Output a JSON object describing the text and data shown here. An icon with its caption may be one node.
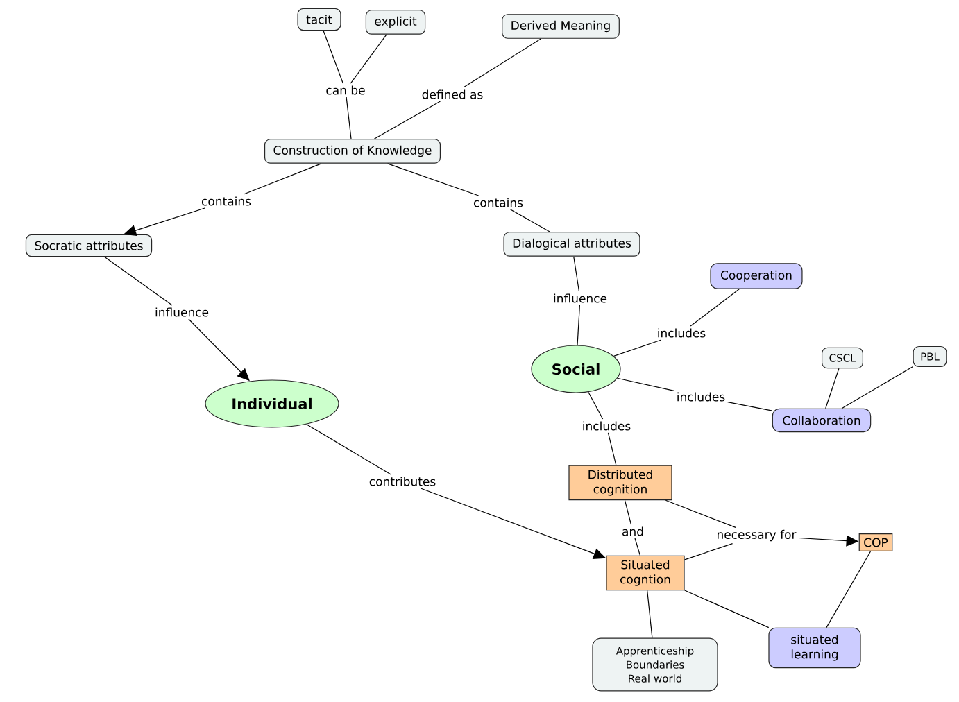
{
  "diagram": {
    "nodes": [
      {
        "text": [
          "tacit"
        ]
      },
      {
        "text": [
          "explicit"
        ]
      },
      {
        "text": [
          "Derived Meaning"
        ]
      },
      {
        "text": [
          "can be"
        ]
      },
      {
        "text": [
          "defined as"
        ]
      },
      {
        "text": [
          "Construction of Knowledge"
        ]
      },
      {
        "text": [
          "contains"
        ]
      },
      {
        "text": [
          "contains"
        ]
      },
      {
        "text": [
          "Socratic attributes"
        ]
      },
      {
        "text": [
          "Dialogical attributes"
        ]
      },
      {
        "text": [
          "influence"
        ]
      },
      {
        "text": [
          "influence"
        ]
      },
      {
        "text": [
          "Individual"
        ]
      },
      {
        "text": [
          "Social"
        ]
      },
      {
        "text": [
          "Cooperation"
        ]
      },
      {
        "text": [
          "includes"
        ]
      },
      {
        "text": [
          "includes"
        ]
      },
      {
        "text": [
          "CSCL"
        ]
      },
      {
        "text": [
          "PBL"
        ]
      },
      {
        "text": [
          "Collaboration"
        ]
      },
      {
        "text": [
          "includes"
        ]
      },
      {
        "text": [
          "contributes"
        ]
      },
      {
        "text": [
          "Distributed cognition"
        ]
      },
      {
        "text": [
          "and"
        ]
      },
      {
        "text": [
          "necessary for"
        ]
      },
      {
        "text": [
          "COP"
        ]
      },
      {
        "text": [
          "Situated cogntion"
        ]
      },
      {
        "text": [
          "Apprenticeship Boundaries Real world"
        ]
      },
      {
        "text": [
          "situated learning"
        ]
      }
    ],
    "edges": [
      {
        "from": 5,
        "to": 3,
        "arrow": "none"
      },
      {
        "from": 3,
        "to": 0,
        "arrow": "none"
      },
      {
        "from": 3,
        "to": 1,
        "arrow": "none"
      },
      {
        "from": 5,
        "to": 4,
        "arrow": "none"
      },
      {
        "from": 4,
        "to": 2,
        "arrow": "none"
      },
      {
        "from": 5,
        "to": 6,
        "arrow": "none"
      },
      {
        "from": 6,
        "to": 8,
        "arrow": "to"
      },
      {
        "from": 5,
        "to": 7,
        "arrow": "none"
      },
      {
        "from": 7,
        "to": 9,
        "arrow": "none"
      },
      {
        "from": 8,
        "to": 10,
        "arrow": "none"
      },
      {
        "from": 10,
        "to": 12,
        "arrow": "to"
      },
      {
        "from": 9,
        "to": 11,
        "arrow": "none"
      },
      {
        "from": 11,
        "to": 13,
        "arrow": "none"
      },
      {
        "from": 13,
        "to": 15,
        "arrow": "none"
      },
      {
        "from": 15,
        "to": 14,
        "arrow": "none"
      },
      {
        "from": 13,
        "to": 16,
        "arrow": "none"
      },
      {
        "from": 16,
        "to": 19,
        "arrow": "none"
      },
      {
        "from": 19,
        "to": 17,
        "arrow": "none"
      },
      {
        "from": 19,
        "to": 18,
        "arrow": "none"
      },
      {
        "from": 13,
        "to": 20,
        "arrow": "none"
      },
      {
        "from": 20,
        "to": 22,
        "arrow": "none"
      },
      {
        "from": 12,
        "to": 21,
        "arrow": "none"
      },
      {
        "from": 21,
        "to": 26,
        "arrow": "to"
      },
      {
        "from": 22,
        "to": 23,
        "arrow": "none"
      },
      {
        "from": 23,
        "to": 26,
        "arrow": "none"
      },
      {
        "from": 22,
        "to": 24,
        "arrow": "none"
      },
      {
        "from": 26,
        "to": 24,
        "arrow": "none"
      },
      {
        "from": 24,
        "to": 25,
        "arrow": "to"
      },
      {
        "from": 26,
        "to": 27,
        "arrow": "none"
      },
      {
        "from": 26,
        "to": 28,
        "arrow": "none"
      },
      {
        "from": 28,
        "to": 25,
        "arrow": "none"
      }
    ]
  }
}
